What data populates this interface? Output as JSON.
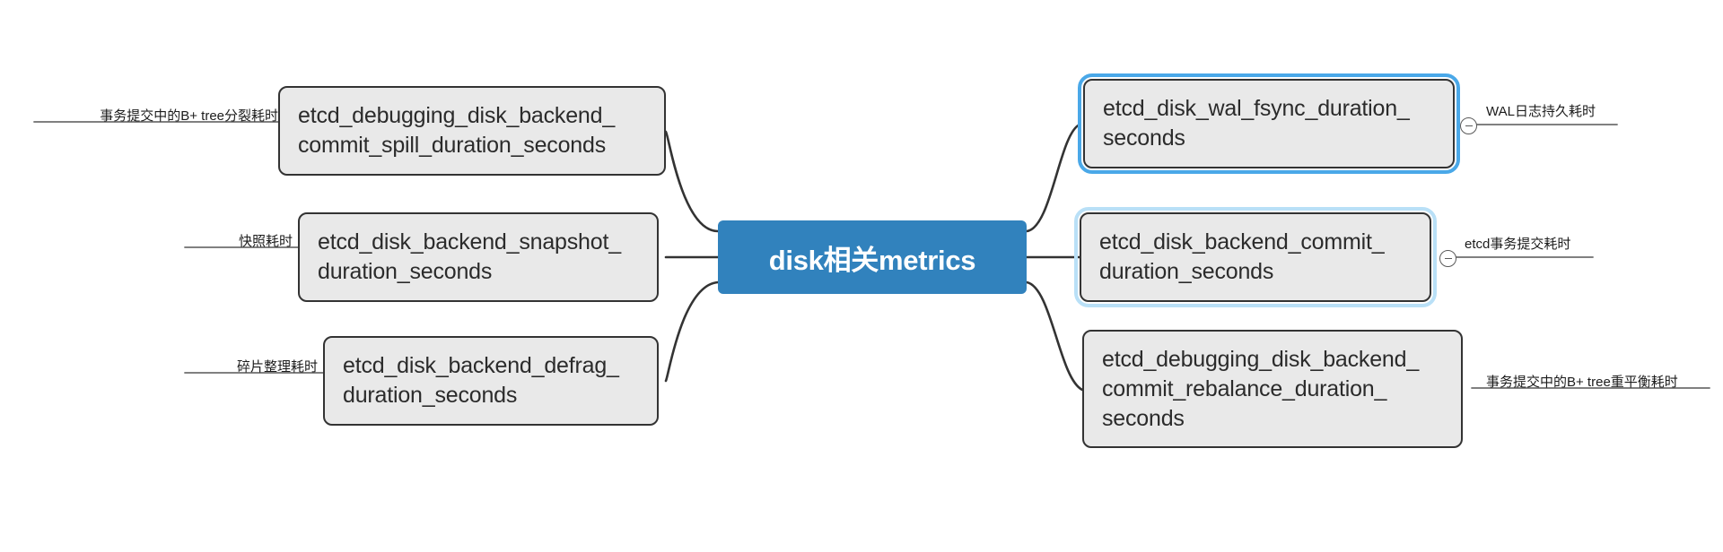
{
  "diagram": {
    "type": "mindmap",
    "title": "disk相关metrics",
    "root": {
      "label": "disk相关metrics",
      "color": "#3182bd",
      "text_color": "#ffffff"
    },
    "node_style": {
      "fill": "#e9e9e9",
      "border": "#333333",
      "text": "#2b2b2b",
      "selected_outline": "#4aa8e8",
      "soft_outline": "#b9e0f7"
    },
    "branches_left": [
      {
        "id": "commit-spill",
        "metric": "etcd_debugging_disk_backend_\ncommit_spill_duration_seconds",
        "leaf_label": "事务提交中的B+ tree分裂耗时",
        "selected": false
      },
      {
        "id": "snapshot",
        "metric": "etcd_disk_backend_snapshot_\nduration_seconds",
        "leaf_label": "快照耗时",
        "selected": false
      },
      {
        "id": "defrag",
        "metric": "etcd_disk_backend_defrag_\nduration_seconds",
        "leaf_label": "碎片整理耗时",
        "selected": false
      }
    ],
    "branches_right": [
      {
        "id": "wal-fsync",
        "metric": "etcd_disk_wal_fsync_duration_\nseconds",
        "leaf_label": "WAL日志持久耗时",
        "selected": true,
        "has_collapse_handle": true
      },
      {
        "id": "backend-commit",
        "metric": "etcd_disk_backend_commit_\nduration_seconds",
        "leaf_label": "etcd事务提交耗时",
        "selected": false,
        "soft_selected": true,
        "has_collapse_handle": true
      },
      {
        "id": "commit-rebalance",
        "metric": "etcd_debugging_disk_backend_\ncommit_rebalance_duration_\nseconds",
        "leaf_label": "事务提交中的B+ tree重平衡耗时",
        "selected": false,
        "has_collapse_handle": false
      }
    ]
  }
}
